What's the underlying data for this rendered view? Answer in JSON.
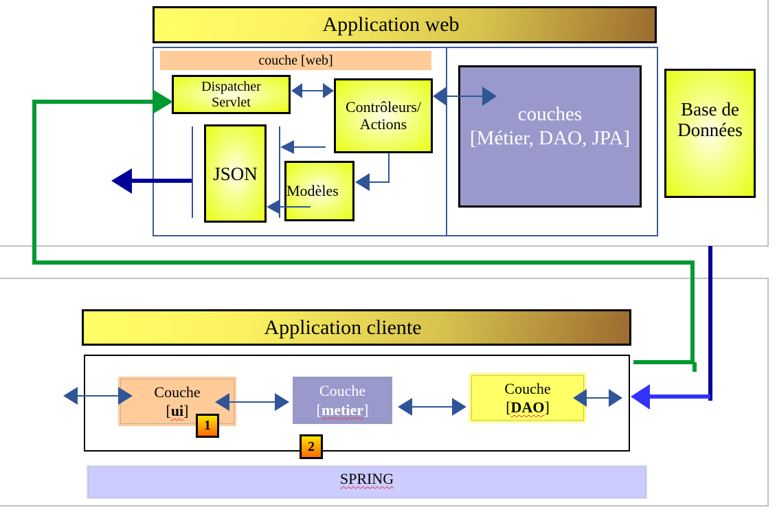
{
  "web_app": {
    "title": "Application web",
    "web_layer_label": "couche [web]",
    "dispatcher": {
      "line1": "Dispatcher",
      "line2": "Servlet"
    },
    "controllers": {
      "line1": "Contrôleurs/",
      "line2": "Actions"
    },
    "json_label": "JSON",
    "models_label": "Modèles",
    "backend_layers": {
      "line1": "couches",
      "line2": "[Métier, DAO, JPA]"
    }
  },
  "database": {
    "line1": "Base de",
    "line2": "Données"
  },
  "client_app": {
    "title": "Application cliente",
    "ui_layer": {
      "line1": "Couche",
      "bracket_open": "[",
      "name": "ui",
      "bracket_close": "]"
    },
    "metier_layer": {
      "line1": "Couche",
      "bracket_open": "[",
      "name": "metier",
      "bracket_close": "]"
    },
    "dao_layer": {
      "line1": "Couche",
      "bracket_open": "[",
      "name": "DAO",
      "bracket_close": "]"
    },
    "badges": [
      "1",
      "2"
    ],
    "framework_label": "SPRING"
  },
  "colors": {
    "arrow_blue": "#2f5597",
    "response_dark_blue": "#000099",
    "response_bright_blue": "#3333ff",
    "request_green": "#009933",
    "layer_ui": "#ffcc99",
    "layer_metier": "#9999cc",
    "layer_dao": "#ffff66",
    "spring": "#ccccff"
  }
}
